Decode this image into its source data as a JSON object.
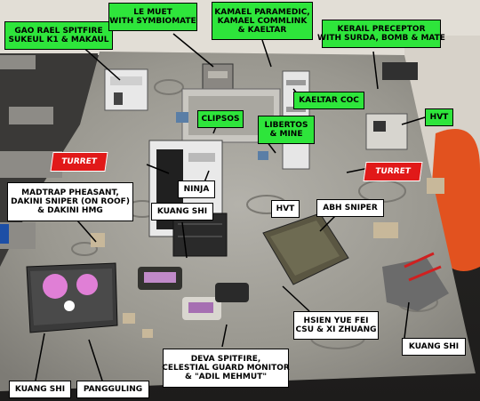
{
  "colors": {
    "green_callout": "#2ee53b",
    "red_callout": "#e11919",
    "white_callout": "#ffffff",
    "table_surface": "#9a9890",
    "mat_edge": "#1a1a1a"
  },
  "labels": {
    "gao_rael": [
      "GAO RAEL SPITFIRE",
      "SUKEUL K1 & MAKAUL"
    ],
    "le_muet": [
      "LE MUET",
      "WITH SYMBIOMATE"
    ],
    "kamael": [
      "KAMAEL PARAMEDIC,",
      "KAMAEL COMMLINK",
      "& KAELTAR"
    ],
    "kerail": [
      "KERAIL PRECEPTOR",
      "WITH SURDA, BOMB & MATE"
    ],
    "kaeltar_coc": [
      "KAELTAR COC"
    ],
    "hvt_right": [
      "HVT"
    ],
    "clipsos": [
      "CLIPSOS"
    ],
    "libertos": [
      "LIBERTOS",
      "& MINE"
    ],
    "turret_left": [
      "TURRET"
    ],
    "turret_right": [
      "TURRET"
    ],
    "madtrap": [
      "MADTRAP PHEASANT,",
      "DAKINI SNIPER (ON ROOF)",
      "& DAKINI HMG"
    ],
    "ninja": [
      "NINJA"
    ],
    "kuang_shi_center": [
      "KUANG SHI"
    ],
    "hvt_center": [
      "HVT"
    ],
    "abh_sniper": [
      "ABH SNIPER"
    ],
    "hsien_yue_fei": [
      "HSIEN YUE FEI",
      "CSU & XI ZHUANG"
    ],
    "kuang_shi_right": [
      "KUANG SHI"
    ],
    "deva_spitfire": [
      "DEVA SPITFIRE,",
      "CELESTIAL GUARD MONITOR",
      "& \"ADIL MEHMUT\""
    ],
    "kuang_shi_left": [
      "KUANG SHI"
    ],
    "pangguling": [
      "PANGGULING"
    ]
  }
}
